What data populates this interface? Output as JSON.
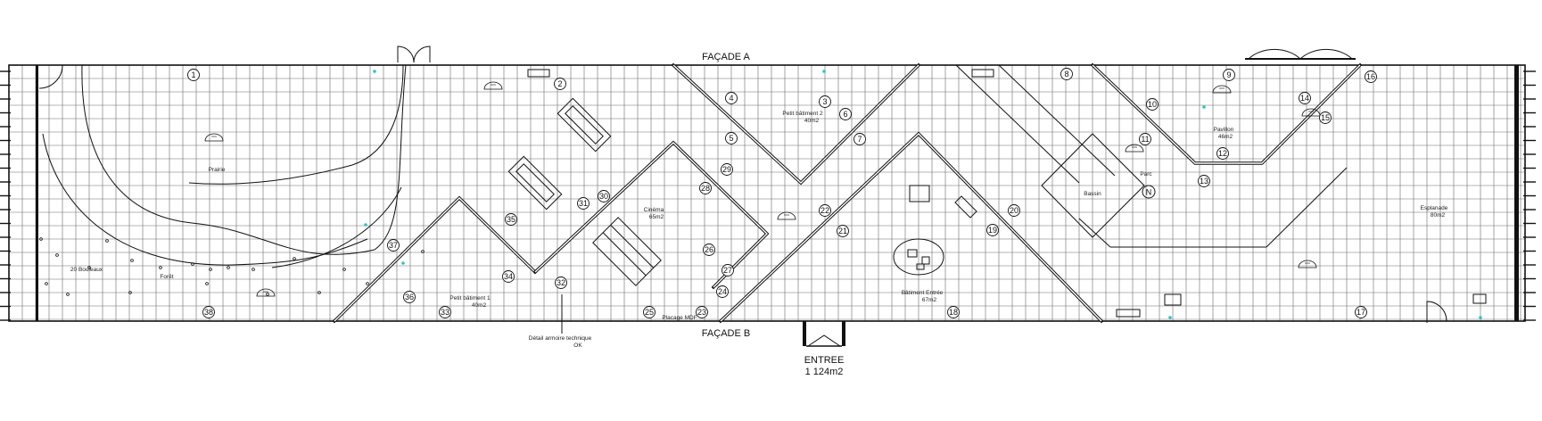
{
  "plan": {
    "facade_top": "FAÇADE A",
    "facade_bottom": "FAÇADE B",
    "entrance_title": "ENTREE",
    "entrance_area": "1 124m2",
    "note_line1": "Détail armoire technique",
    "note_line2": "OK",
    "placage_label": "Placage MDF"
  },
  "rooms": [
    {
      "name": "Prairie",
      "area": ""
    },
    {
      "name": "20 Bouleaux",
      "area": ""
    },
    {
      "name": "Forêt",
      "area": ""
    },
    {
      "name": "Petit bâtiment 1",
      "area": "40m2"
    },
    {
      "name": "Cinéma",
      "area": "65m2"
    },
    {
      "name": "Petit bâtiment 2",
      "area": "40m2"
    },
    {
      "name": "Bâtiment Entrée",
      "area": "67m2"
    },
    {
      "name": "Bassin",
      "area": ""
    },
    {
      "name": "Parc",
      "area": ""
    },
    {
      "name": "Pavillon",
      "area": "46m2"
    },
    {
      "name": "Esplanade",
      "area": "80m2"
    }
  ],
  "markers": [
    "1",
    "2",
    "3",
    "4",
    "5",
    "6",
    "7",
    "8",
    "9",
    "10",
    "11",
    "12",
    "13",
    "14",
    "15",
    "16",
    "17",
    "18",
    "19",
    "20",
    "21",
    "22",
    "23",
    "24",
    "25",
    "26",
    "27",
    "28",
    "29",
    "30",
    "31",
    "32",
    "33",
    "34",
    "35",
    "36",
    "37",
    "38"
  ],
  "north_marker": "N",
  "colors": {
    "line": "#111111",
    "accent": "#2ec4c4",
    "background": "#ffffff"
  }
}
